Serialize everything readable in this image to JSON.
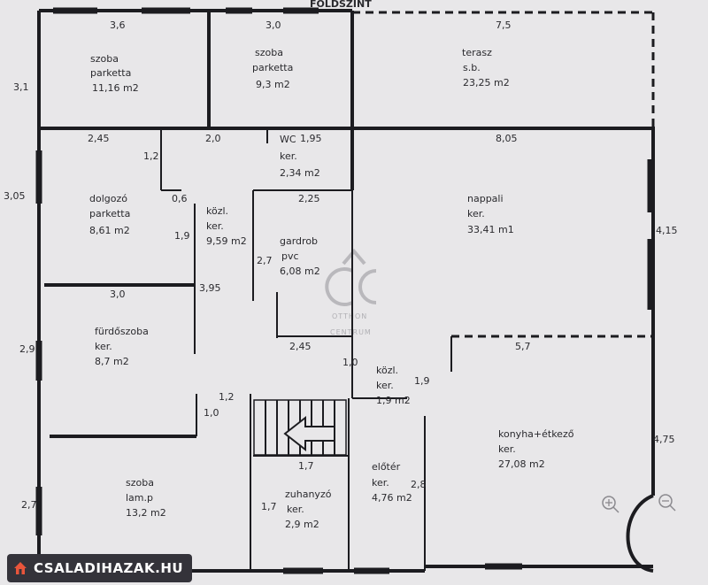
{
  "header_label": "FÖLDSZINT",
  "rooms": {
    "szoba1": {
      "name": "szoba",
      "floor": "parketta",
      "area": "11,16 m2"
    },
    "szoba2": {
      "name": "szoba",
      "floor": "parketta",
      "area": "9,3 m2"
    },
    "terasz": {
      "name": "terasz",
      "floor": "s.b.",
      "area": "23,25 m2"
    },
    "wc": {
      "name": "WC",
      "floor": "ker.",
      "area": "2,34 m2"
    },
    "dolgozo": {
      "name": "dolgozó",
      "floor": "parketta",
      "area": "8,61 m2"
    },
    "kozl1": {
      "name": "közl.",
      "floor": "ker.",
      "area": "9,59 m2"
    },
    "gardrob": {
      "name": "gardrob",
      "floor": "pvc",
      "area": "6,08 m2"
    },
    "nappali": {
      "name": "nappali",
      "floor": "ker.",
      "area": "33,41 m1"
    },
    "furdoszoba": {
      "name": "fürdőszoba",
      "floor": "ker.",
      "area": "8,7 m2"
    },
    "kozl2": {
      "name": "közl.",
      "floor": "ker.",
      "area": "1,9 m2"
    },
    "konyha": {
      "name": "konyha+étkező",
      "floor": "ker.",
      "area": "27,08 m2"
    },
    "eloter": {
      "name": "előtér",
      "floor": "ker.",
      "area": "4,76 m2"
    },
    "szoba3": {
      "name": "szoba",
      "floor": "lam.p",
      "area": "13,2 m2"
    },
    "zuhanyzo": {
      "name": "zuhanyzó",
      "floor": "ker.",
      "area": "2,9 m2"
    }
  },
  "dimensions": {
    "d_3_6": "3,6",
    "d_3_0_top": "3,0",
    "d_7_5": "7,5",
    "d_3_1": "3,1",
    "d_2_45_a": "2,45",
    "d_2_0": "2,0",
    "d_1_95": "1,95",
    "d_8_05": "8,05",
    "d_1_2_a": "1,2",
    "d_0_6": "0,6",
    "d_3_05": "3,05",
    "d_2_25": "2,25",
    "d_1_9_a": "1,9",
    "d_2_7_a": "2,7",
    "d_4_15": "4,15",
    "d_3_0_mid": "3,0",
    "d_3_95": "3,95",
    "d_2_9": "2,9",
    "d_2_45_b": "2,45",
    "d_1_0_a": "1,0",
    "d_5_7": "5,7",
    "d_1_9_b": "1,9",
    "d_1_2_b": "1,2",
    "d_1_0_b": "1,0",
    "d_1_7_a": "1,7",
    "d_4_75": "4,75",
    "d_2_8": "2,8",
    "d_2_7_b": "2,7",
    "d_1_7_b": "1,7"
  },
  "watermark": {
    "monogram": "OC",
    "line1": "OTTHON",
    "line2": "CENTRUM"
  },
  "logo": {
    "text": "CSALADIHAZAK.HU",
    "icon": "house-icon"
  },
  "zoom_icons": [
    "zoom-in-icon",
    "zoom-out-icon"
  ]
}
